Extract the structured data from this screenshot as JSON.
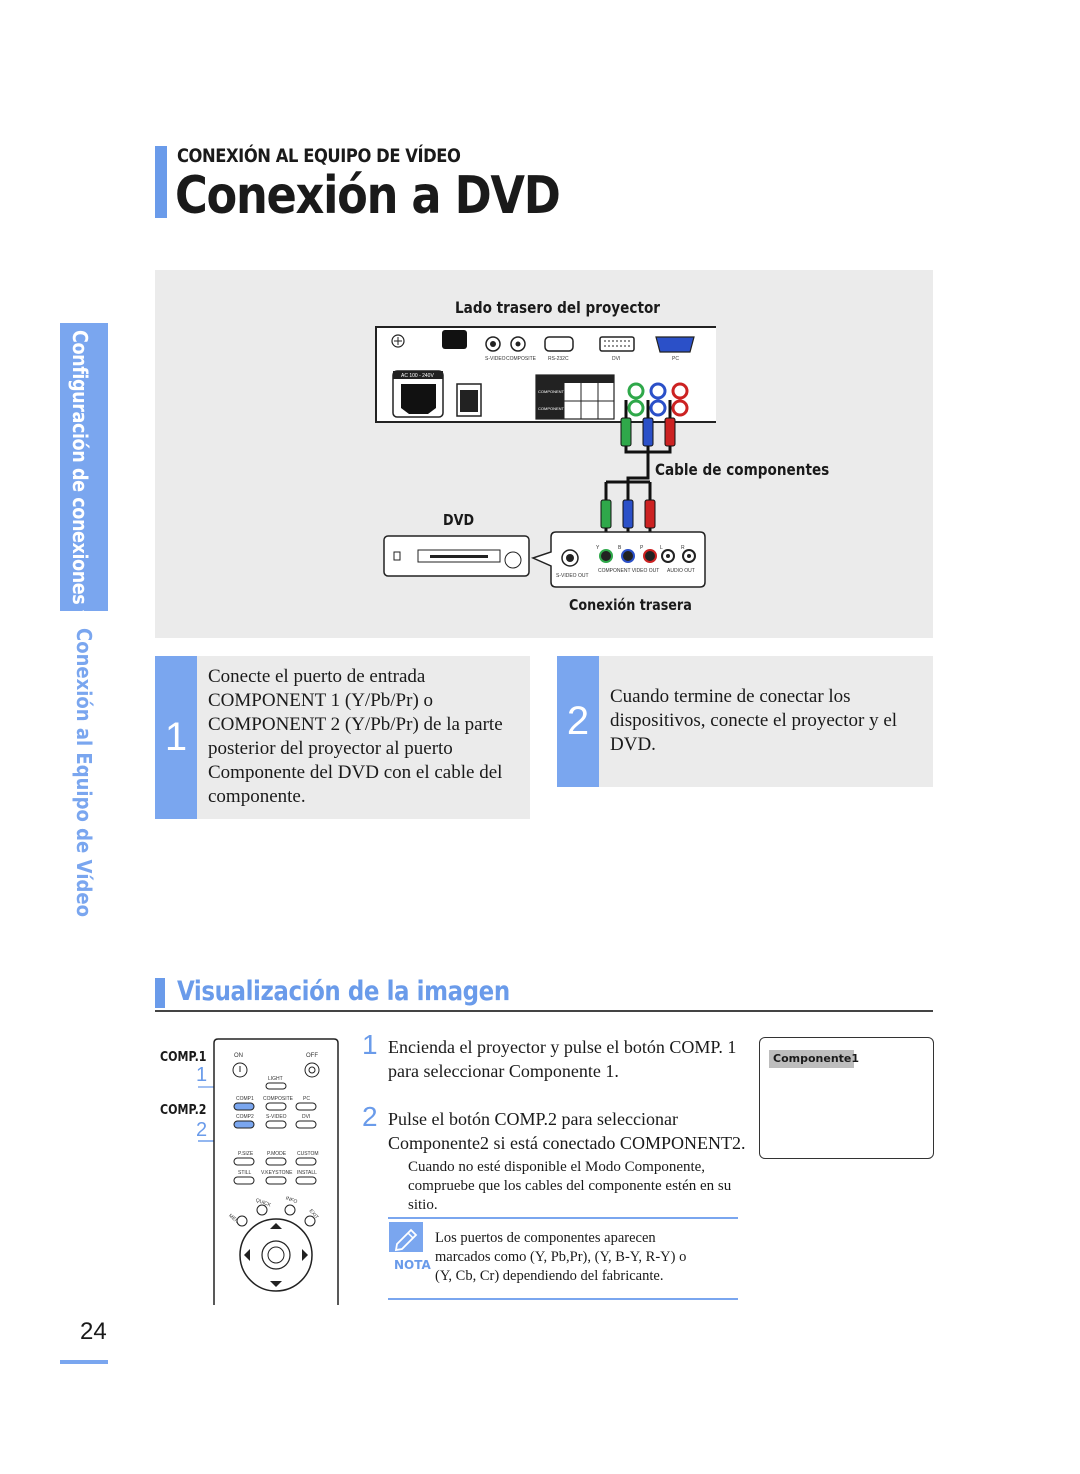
{
  "header": {
    "subtitle": "CONEXIÓN AL EQUIPO DE VÍDEO",
    "title": "Conexión a DVD"
  },
  "side_tabs": {
    "chapter": "Configuración de conexiones y fuente",
    "section": "Conexión al Equipo de Vídeo"
  },
  "diagram": {
    "projector_label": "Lado trasero del proyector",
    "cable_label": "Cable de componentes",
    "dvd_label": "DVD",
    "rear_label": "Conexión trasera",
    "proj_ports": [
      "S-VIDEO",
      "COMPOSITE",
      "RS-232C",
      "DVI",
      "PC"
    ],
    "power_label": "AC 100 - 240V",
    "comp_labels": [
      "COMPONENT 1",
      "COMPONENT 2"
    ],
    "dvd_port_letters": [
      "Y",
      "B",
      "P",
      "L",
      "R"
    ],
    "dvd_port_labels": [
      "S-VIDEO OUT",
      "COMPONENT VIDEO OUT",
      "AUDIO OUT"
    ]
  },
  "steps": [
    {
      "number": "1",
      "lines": [
        "Conecte el puerto de entrada",
        "COMPONENT 1 (Y/Pb/Pr) o",
        "COMPONENT 2 (Y/Pb/Pr) de la parte",
        "posterior del proyector al puerto",
        "Componente del DVD con el cable del",
        "componente."
      ]
    },
    {
      "number": "2",
      "lines": [
        "Cuando termine de conectar los",
        "dispositivos, conecte el proyector y el",
        "DVD."
      ]
    }
  ],
  "section2": {
    "title": "Visualización de la imagen",
    "remote_labels": {
      "comp1": "COMP.1",
      "comp2": "COMP.2",
      "n1": "1",
      "n2": "2",
      "buttons": [
        "ON",
        "OFF",
        "LIGHT",
        "COMP1",
        "COMPOSITE",
        "PC",
        "COMP2",
        "S-VIDEO",
        "DVI",
        "P.SIZE",
        "P.MODE",
        "CUSTOM",
        "STILL",
        "V.KEYSTONE",
        "INSTALL",
        "MENU",
        "QUICK",
        "INFO",
        "EXIT"
      ]
    },
    "instructions": [
      {
        "number": "1",
        "line1": "Encienda el proyector y pulse el botón COMP. 1",
        "line2": "para seleccionar Componente 1."
      },
      {
        "number": "2",
        "line1": "Pulse el botón COMP.2 para seleccionar",
        "line2": "Componente2 si está conectado COMPONENT2."
      }
    ],
    "hint": [
      "Cuando no esté disponible el Modo Componente,",
      "compruebe que los cables del componente estén en su",
      "sitio."
    ],
    "osd_label": "Componente1",
    "note_label": "NOTA",
    "note_lines": [
      "Los puertos de componentes aparecen",
      "marcados como (Y, Pb,Pr), (Y, B-Y, R-Y) o",
      "(Y, Cb, Cr) dependiendo del fabricante."
    ]
  },
  "page_number": "24",
  "colors": {
    "accent": "#7aa6ef",
    "panel": "#ebebeb",
    "green": "#2fa84a",
    "blue": "#2b50c8",
    "red": "#cc2222"
  }
}
